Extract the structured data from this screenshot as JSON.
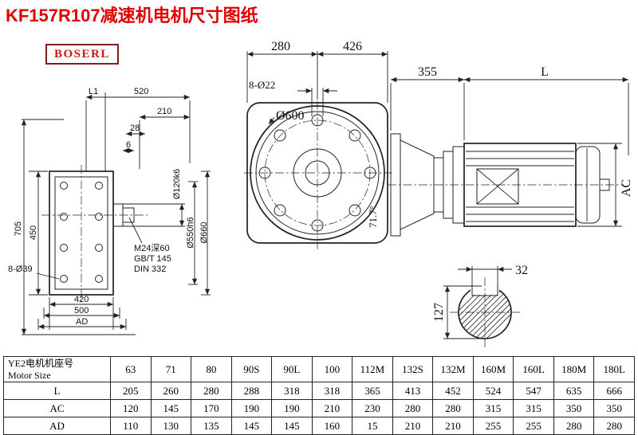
{
  "title": "KF157R107减速机电机尺寸图纸",
  "logo": "BOSERL",
  "colors": {
    "title": "#e10000",
    "logo": "#d01212",
    "line": "#222222"
  },
  "left_view": {
    "dim_l1": "L1",
    "dim_520": "520",
    "dim_210": "210",
    "dim_28": "28",
    "dim_6": "6",
    "dim_705": "705",
    "dim_450": "450",
    "dim_420": "420",
    "dim_500": "500",
    "dim_ad": "AD",
    "dim_8_o39": "8-Ø39",
    "dim_o120": "Ø120k6",
    "dim_o550": "Ø550h6",
    "dim_o660": "Ø660",
    "note_m24": "M24深60",
    "note_gbt": "GB/T 145",
    "note_din": "DIN 332"
  },
  "front_view": {
    "dim_280": "280",
    "dim_426": "426",
    "dim_8_o22": "8-Ø22",
    "label_o600": "Ø600",
    "dim_angle": "71.7°"
  },
  "motor_view": {
    "dim_355": "355",
    "dim_l": "L",
    "dim_ac": "AC"
  },
  "shaft_view": {
    "dim_32": "32",
    "dim_127": "127"
  },
  "table": {
    "header_cn": "YE2电机机座号",
    "header_en": "Motor Size",
    "sizes": [
      "63",
      "71",
      "80",
      "90S",
      "90L",
      "100",
      "112M",
      "132S",
      "132M",
      "160M",
      "160L",
      "180M",
      "180L"
    ],
    "rows": [
      {
        "label": "L",
        "values": [
          "205",
          "260",
          "280",
          "288",
          "318",
          "318",
          "365",
          "413",
          "452",
          "524",
          "547",
          "635",
          "666"
        ]
      },
      {
        "label": "AC",
        "values": [
          "120",
          "145",
          "170",
          "190",
          "190",
          "210",
          "230",
          "280",
          "280",
          "315",
          "315",
          "350",
          "350"
        ]
      },
      {
        "label": "AD",
        "values": [
          "110",
          "130",
          "135",
          "145",
          "145",
          "160",
          "15",
          "210",
          "210",
          "255",
          "255",
          "280",
          "280"
        ]
      }
    ]
  }
}
